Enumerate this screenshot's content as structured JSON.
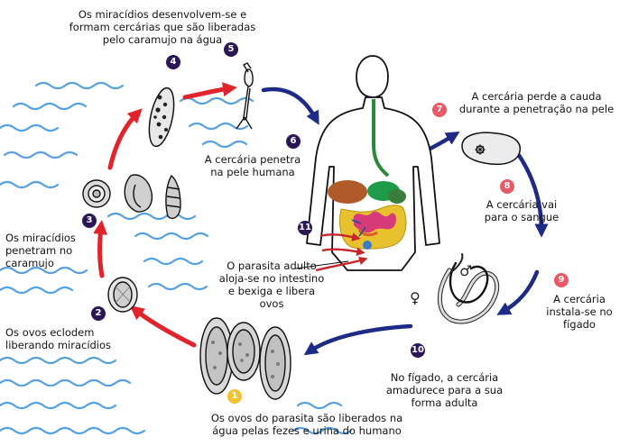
{
  "steps": [
    {
      "number": "1",
      "text": "Os ovos do parasita são liberados na\nágua pelas fezes e urina do humano"
    },
    {
      "number": "2",
      "text": "Os ovos eclodem\nliberando miracídios"
    },
    {
      "number": "3",
      "text": "Os miracídios\npenetram no\ncaramujo"
    },
    {
      "number": "4",
      "text": "Os miracídios desenvolvem-se e\nformam cercárias que são liberadas\npelo caramujo na água"
    },
    {
      "number": "5",
      "text": ""
    },
    {
      "number": "6",
      "text": "A cercária penetra\nna pele humana"
    },
    {
      "number": "7",
      "text": "A cercária perde a cauda\ndurante a penetração na pele"
    },
    {
      "number": "8",
      "text": "A cercária vai\npara o sangue"
    },
    {
      "number": "9",
      "text": "A cercária\ninstala-se no\nfígado"
    },
    {
      "number": "10",
      "text": "No fígado, a cercária\namadurece para a sua\nforma adulta"
    },
    {
      "number": "11",
      "text": "O parasita adulto\naloja-se no intestino\ne bexiga e libera\novos"
    }
  ],
  "symbols": {
    "female": "♀",
    "male": "♂"
  },
  "colors": {
    "water": "#3a8fd6",
    "red_arrow": "#e1232b",
    "blue_arrow": "#1e2a86",
    "badge_dark": "#2b1656",
    "badge_red": "#e85a66",
    "badge_yellow": "#f2c230"
  }
}
